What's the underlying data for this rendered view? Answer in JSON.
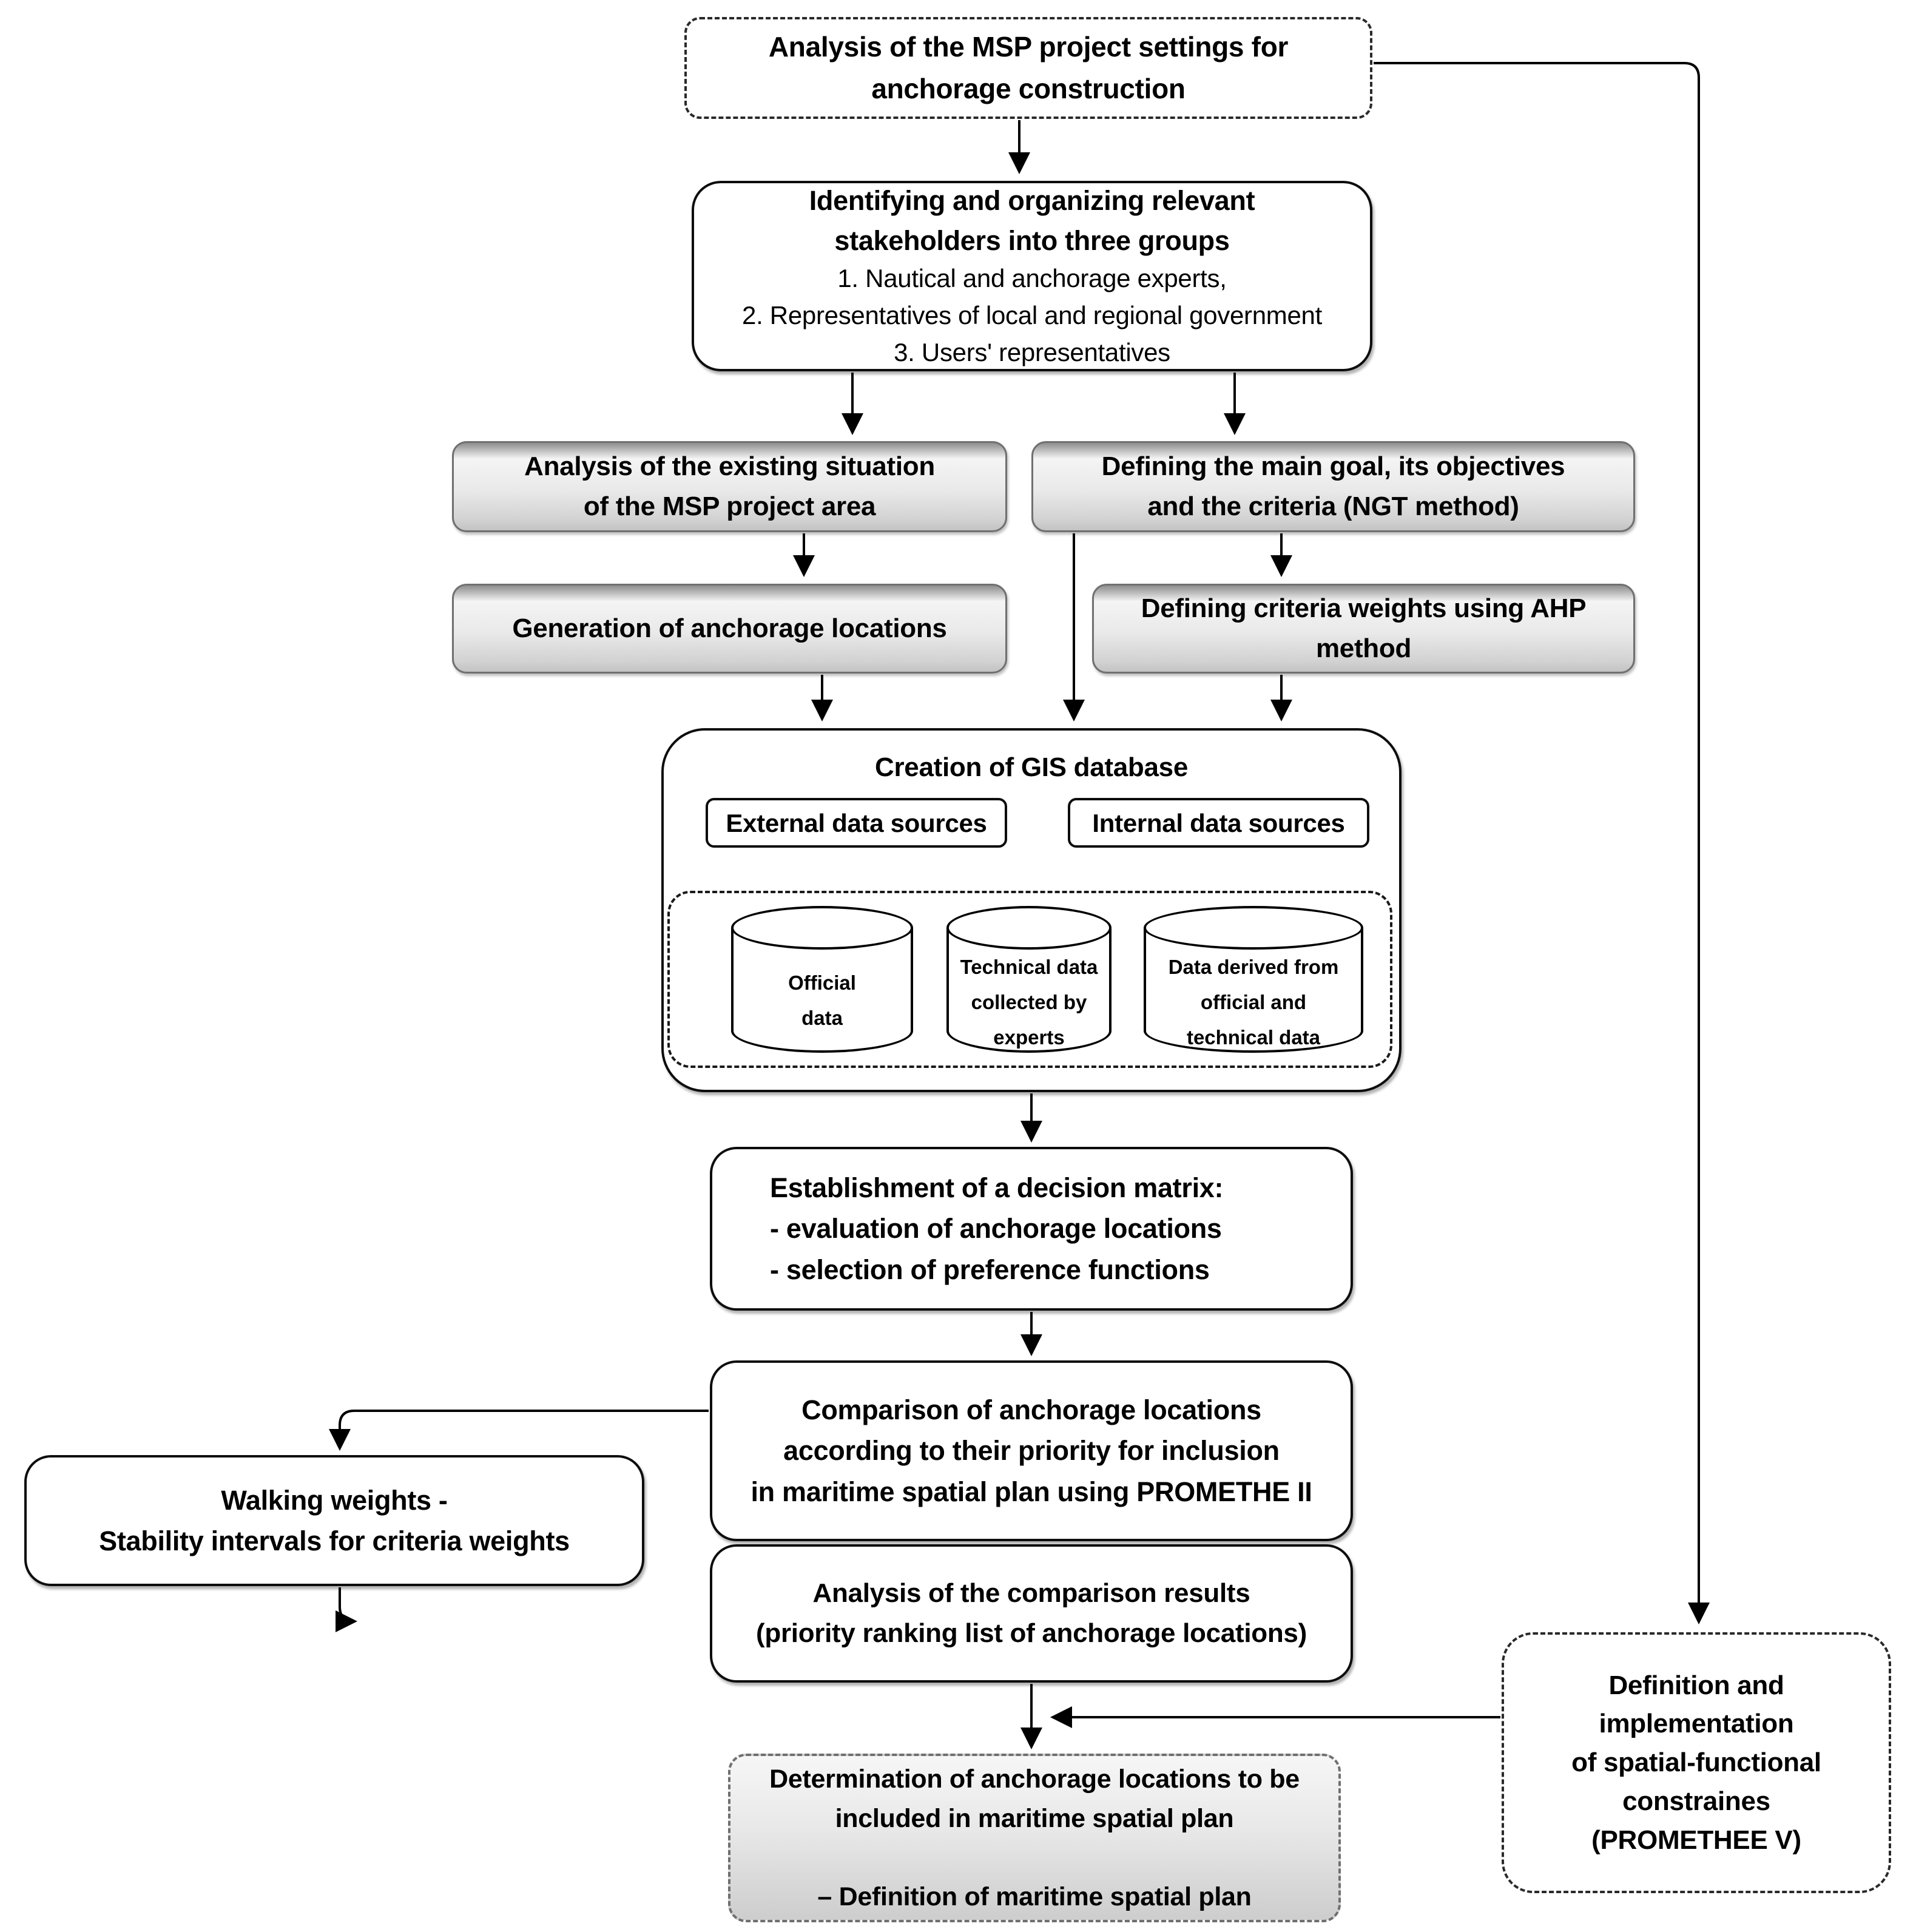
{
  "diagram_title": "MSP anchorage location selection methodology flowchart",
  "nodes": {
    "msp": "Analysis of the MSP project settings for\nanchorage construction",
    "stakeholders_title": "Identifying and organizing relevant\nstakeholders into three groups",
    "stakeholders_list": "1. Nautical and anchorage experts,\n2. Representatives of local and regional government\n3. Users' representatives",
    "existing": "Analysis of the existing situation\nof the MSP project area",
    "goal": "Defining the main goal, its objectives\nand the criteria (NGT method)",
    "generation": "Generation of anchorage locations",
    "ahp": "Defining criteria weights using AHP\nmethod",
    "gis_title": "Creation of GIS database",
    "external": "External data sources",
    "internal": "Internal data sources",
    "cyl_official": "Official\ndata",
    "cyl_technical": "Technical data\ncollected by\nexperts",
    "cyl_derived": "Data derived from\nofficial and\ntechnical data",
    "decision": "Establishment of a decision matrix:\n- evaluation of anchorage locations\n- selection of preference functions",
    "comparison": "Comparison of anchorage locations\naccording to their priority for inclusion\nin maritime spatial plan using PROMETHE II",
    "walking": "Walking weights -\nStability intervals for criteria weights",
    "analysis": "Analysis of the comparison results\n(priority ranking list of anchorage locations)",
    "promethee": "Definition and\nimplementation\nof spatial-functional\nconstraines\n(PROMETHEE V)",
    "final": "Determination of anchorage locations to be\nincluded in maritime spatial plan\n\n– Definition of maritime spatial plan"
  },
  "colors": {
    "background": "#ffffff",
    "line": "#000000",
    "text": "#000000",
    "solid_border": "#0d0d0d",
    "dashed_border": "#2a2a2a",
    "gray_box_border": "#707070",
    "gray_box_light": "#f4f4f4",
    "gray_box_dark": "#c3c3c3"
  }
}
